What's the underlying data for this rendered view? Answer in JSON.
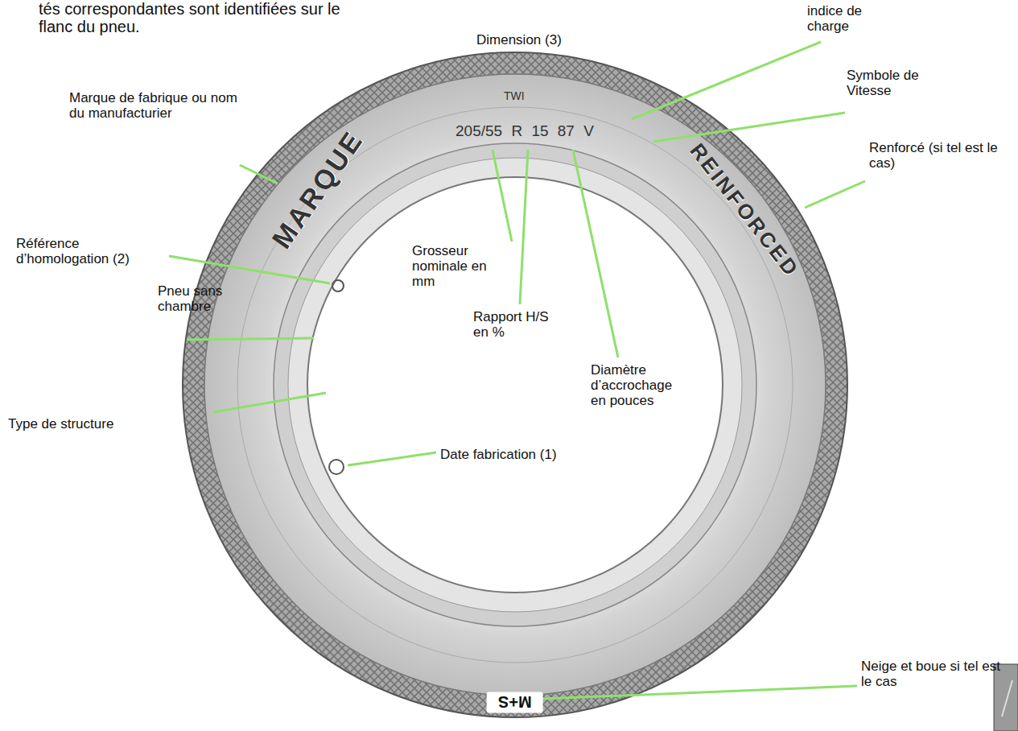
{
  "diagram": {
    "labels": [
      "tés correspondantes sont identifiées sur le flanc du pneu.",
      "Dimension (3)",
      "indice de charge",
      "Symbole de Vitesse",
      "Renforcé (si tel est le cas)",
      "Marque de fabrique ou nom du manufacturier",
      "Référence d’homologation (2)",
      "Pneu sans chambre",
      "Type de structure",
      "Grosseur nominale en mm",
      "Rapport H/S en %",
      "Diamètre d’accrochage en pouces",
      "Date fabrication (1)",
      "Neige et boue si tel est le cas",
      "TWI",
      "205/55 R 15 87 V",
      "MARQUE",
      "REINFORCED",
      "M+S"
    ]
  }
}
